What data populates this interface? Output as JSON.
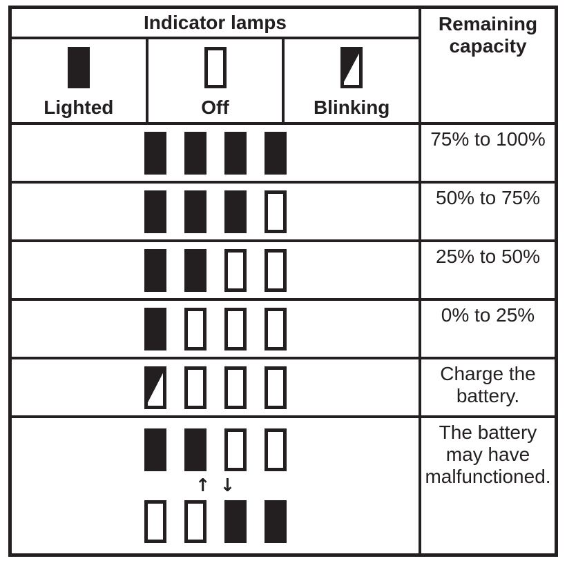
{
  "colors": {
    "ink": "#231f20",
    "background": "#ffffff"
  },
  "header": {
    "indicator_lamps": "Indicator lamps",
    "remaining_capacity": [
      "Remaining",
      "capacity"
    ]
  },
  "legend": {
    "items": [
      {
        "state": "on",
        "label": "Lighted"
      },
      {
        "state": "off",
        "label": "Off"
      },
      {
        "state": "blink",
        "label": "Blinking"
      }
    ]
  },
  "rows": [
    {
      "lamps": [
        "on",
        "on",
        "on",
        "on"
      ],
      "capacity": "75% to 100%"
    },
    {
      "lamps": [
        "on",
        "on",
        "on",
        "off"
      ],
      "capacity": "50% to 75%"
    },
    {
      "lamps": [
        "on",
        "on",
        "off",
        "off"
      ],
      "capacity": "25% to 50%"
    },
    {
      "lamps": [
        "on",
        "off",
        "off",
        "off"
      ],
      "capacity": "0% to 25%"
    },
    {
      "lamps": [
        "blink",
        "off",
        "off",
        "off"
      ],
      "capacity": [
        "Charge the",
        "battery."
      ]
    },
    {
      "lamps_top": [
        "on",
        "on",
        "off",
        "off"
      ],
      "lamps_bottom": [
        "off",
        "off",
        "on",
        "on"
      ],
      "arrows": [
        "↑",
        "↓"
      ],
      "capacity": [
        "The battery",
        "may have",
        "malfunctioned."
      ]
    }
  ]
}
